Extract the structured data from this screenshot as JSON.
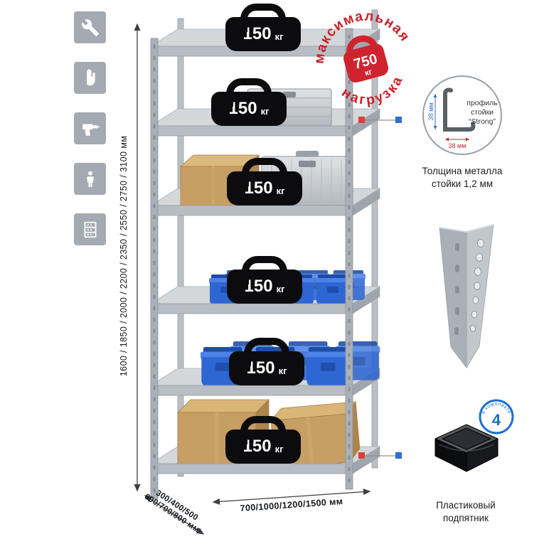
{
  "sidebar": {
    "icons": [
      {
        "name": "wrench"
      },
      {
        "name": "gloves"
      },
      {
        "name": "drill"
      },
      {
        "name": "person"
      },
      {
        "name": "rack-module"
      }
    ]
  },
  "rack": {
    "shelves": [
      {
        "load": "150",
        "unit": "кг"
      },
      {
        "load": "150",
        "unit": "кг"
      },
      {
        "load": "150",
        "unit": "кг"
      },
      {
        "load": "150",
        "unit": "кг"
      },
      {
        "load": "150",
        "unit": "кг"
      },
      {
        "load": "150",
        "unit": "кг"
      }
    ]
  },
  "stamp": {
    "arc_top": "максимальная",
    "arc_bottom": "нагрузка",
    "weight": "750",
    "weight_unit": "кг"
  },
  "dims": {
    "height": "1600 / 1850 / 2000 / 2200 / 2350 / 2550 / 2750 / 3100 мм",
    "depth1": "300/400/500",
    "depth2": "600/700/800 мм",
    "width": "700/1000/1200/1500 мм"
  },
  "profile": {
    "dim_v": "38 мм",
    "dim_h": "38 мм",
    "label1": "профиль",
    "label2": "стойки",
    "label3": "“Strong”",
    "caption1": "Толщина металла",
    "caption2": "стойки 1,2 мм"
  },
  "foot": {
    "badge_value": "4",
    "badge_text": "в комплекте",
    "caption1": "Пластиковый",
    "caption2": "подпятник"
  },
  "colors": {
    "accent_red": "#cf2430",
    "accent_blue": "#2e6fd0",
    "metal": "#b7bdc3",
    "bin_blue": "#2e67d3"
  }
}
